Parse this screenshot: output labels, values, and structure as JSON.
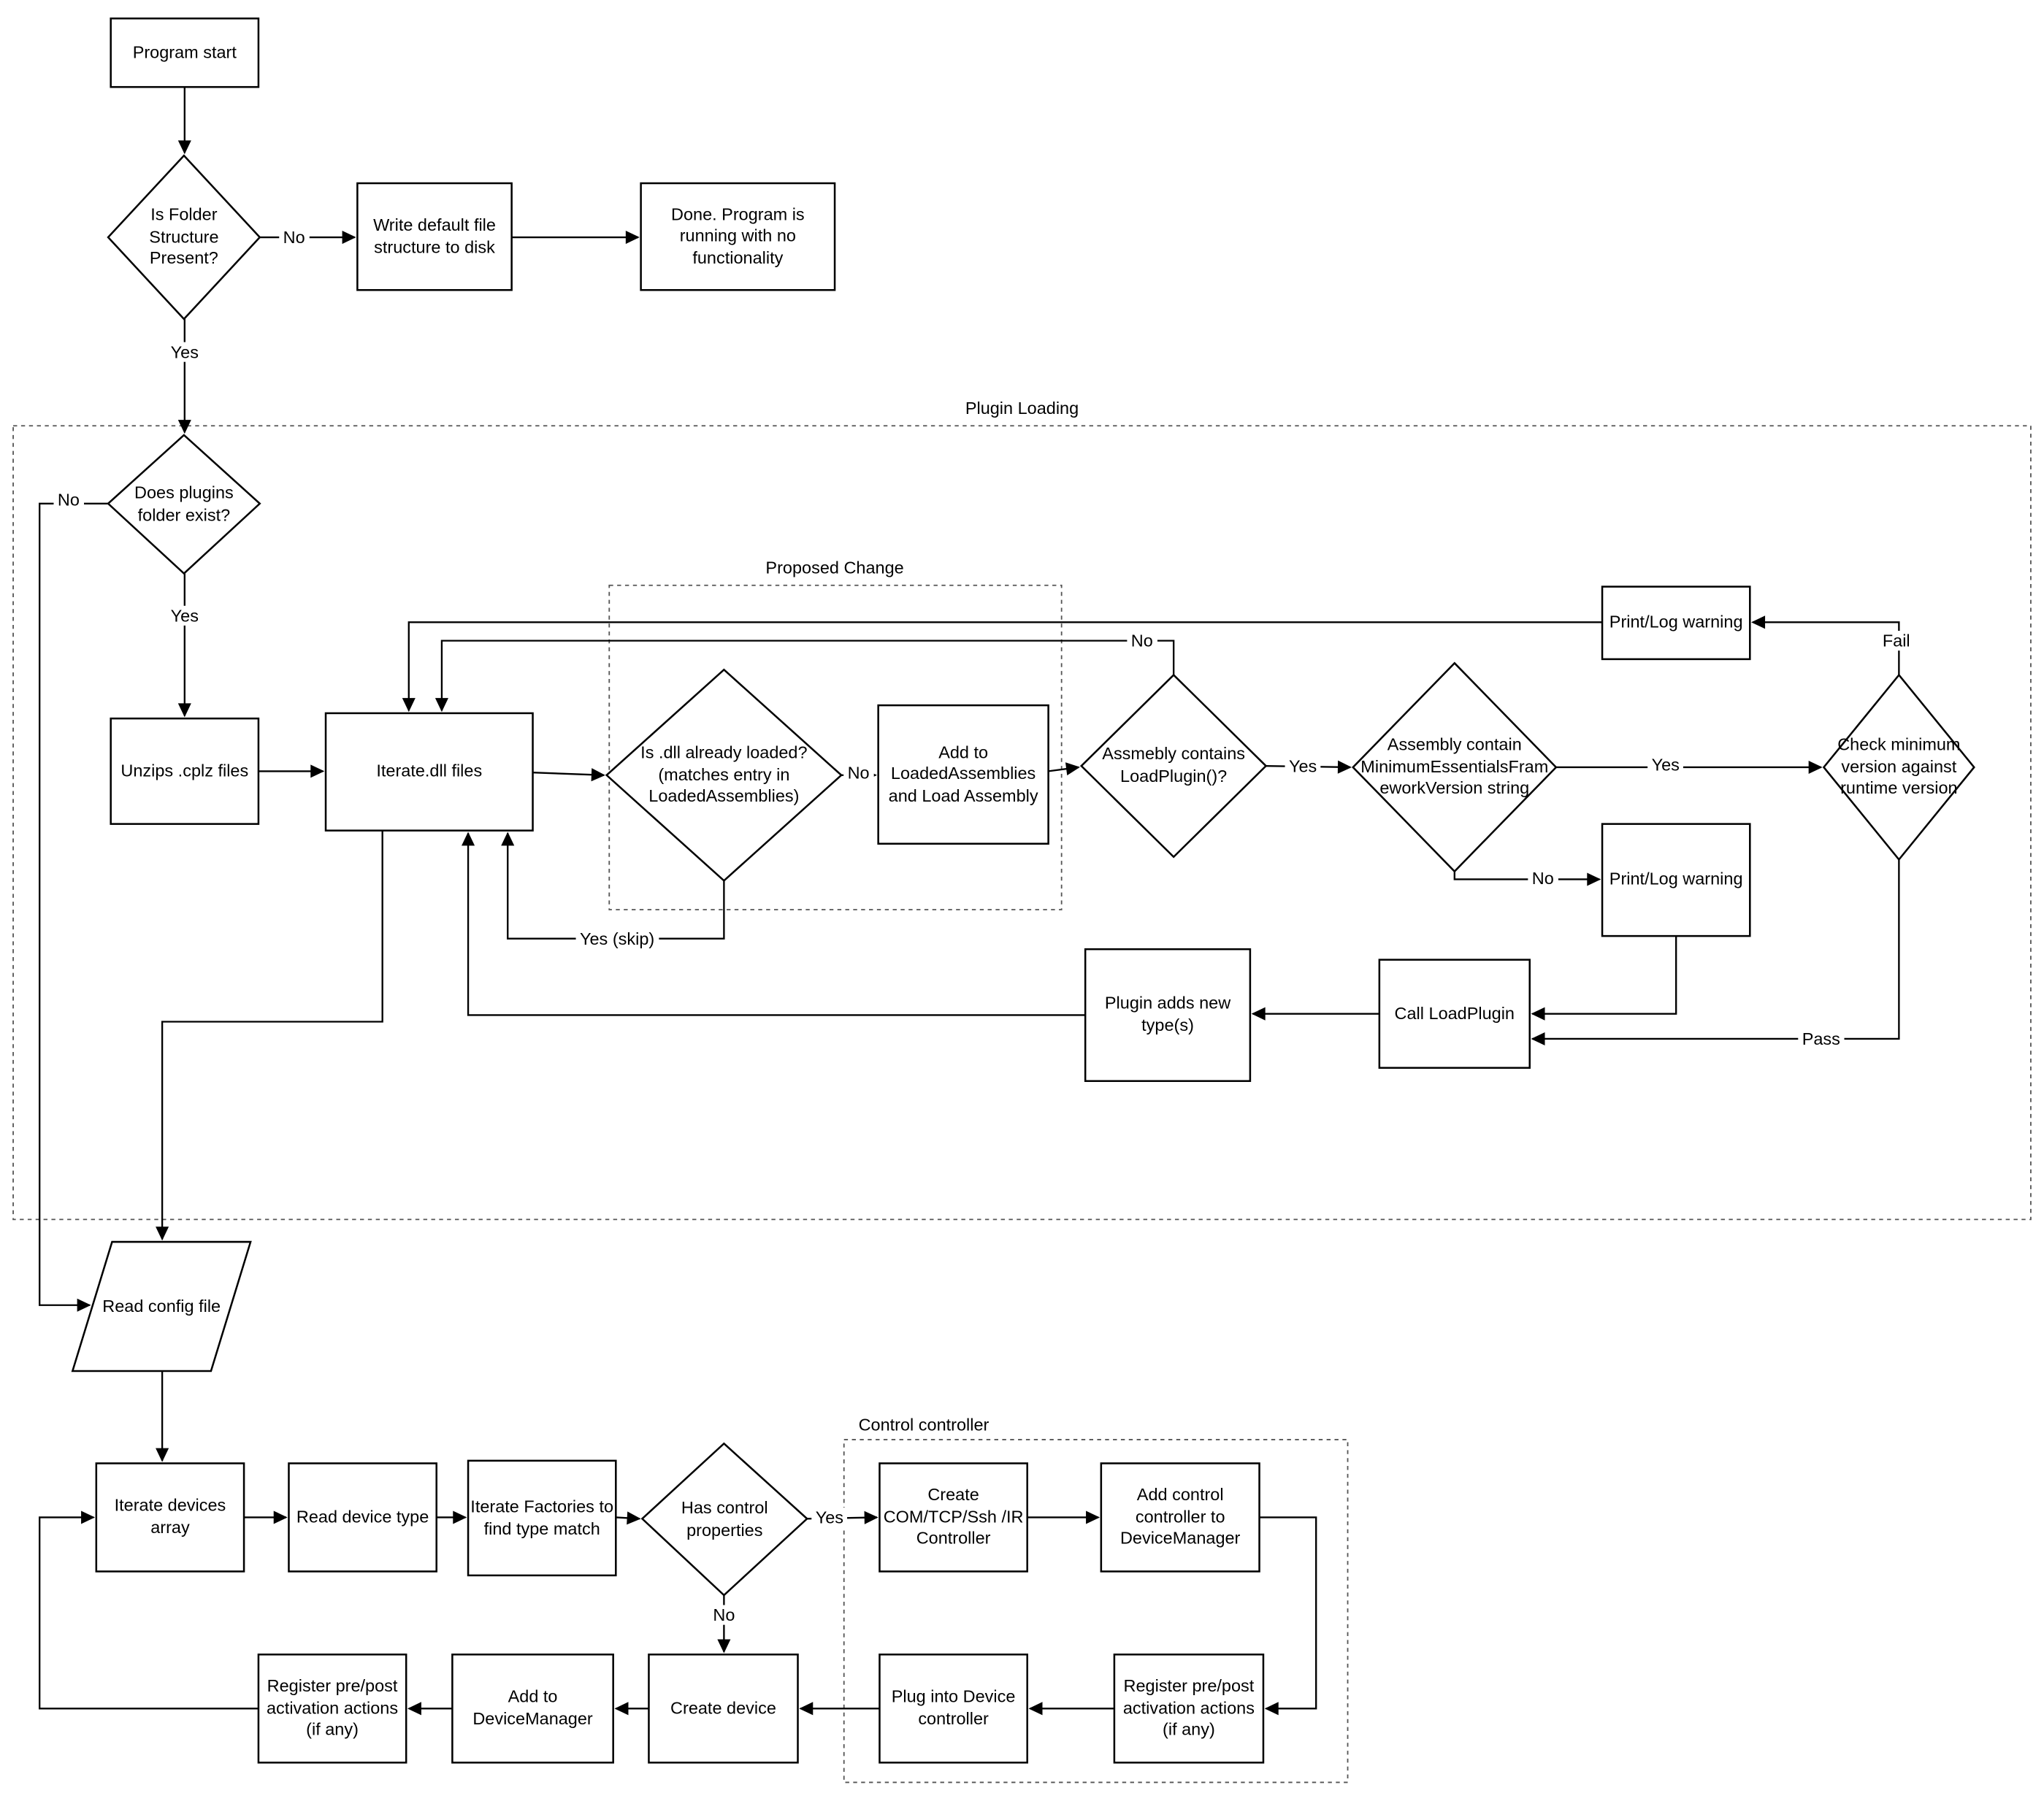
{
  "containers": {
    "plugin_loading": "Plugin Loading",
    "proposed_change": "Proposed Change",
    "control_controller": "Control controller"
  },
  "nodes": {
    "program_start": "Program start",
    "is_folder_structure": "Is Folder Structure Present?",
    "write_default": "Write default file structure to disk",
    "done": "Done.  Program is running with no functionality",
    "does_plugins_folder": "Does plugins folder exist?",
    "unzips_cplz": "Unzips .cplz files",
    "iterate_dll": "Iterate.dll files",
    "dll_already_loaded": "Is .dll already loaded? (matches entry in LoadedAssemblies)",
    "add_to_loaded": "Add to LoadedAssemblies and Load Assembly",
    "assembly_contains_loadplugin": "Assmebly contains LoadPlugin()?",
    "assembly_contains_version": "Assembly contain MinimumEssentialsFrameworkVersion string",
    "check_min_version": "Check minimum version against runtime version",
    "print_log_warning_top": "Print/Log warning",
    "print_log_warning_mid": "Print/Log warning",
    "call_loadplugin": "Call LoadPlugin",
    "plugin_adds_types": "Plugin adds new type(s)",
    "read_config": "Read config file",
    "iterate_devices": "Iterate devices array",
    "read_device_type": "Read device type",
    "iterate_factories": "Iterate Factories to find type match",
    "has_control_props": "Has control properties",
    "create_controller": "Create COM/TCP/Ssh /IR Controller",
    "add_control_controller": "Add control controller to DeviceManager",
    "register_actions_right": "Register pre/post activation actions (if any)",
    "plug_into_device": "Plug into Device controller",
    "create_device": "Create device",
    "add_to_devicemanager": "Add to DeviceManager",
    "register_actions_left": "Register pre/post activation actions (if any)"
  },
  "edge_labels": {
    "no_folder": "No",
    "yes_folder": "Yes",
    "no_plugins": "No",
    "yes_plugins": "Yes",
    "no_dll_loaded": "No",
    "yes_skip": "Yes (skip)",
    "no_assembly": "No",
    "yes_assembly": "Yes",
    "yes_version": "Yes",
    "no_version": "No",
    "fail": "Fail",
    "pass": "Pass",
    "yes_control": "Yes",
    "no_control": "No"
  }
}
